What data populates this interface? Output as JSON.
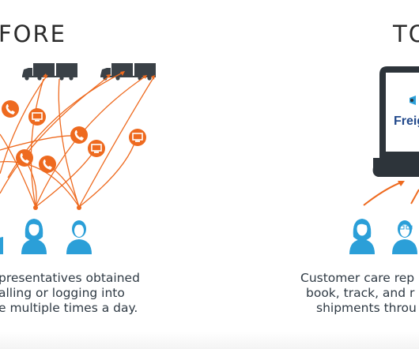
{
  "before": {
    "heading": "FORE",
    "caption": {
      "line1": "presentatives obtained",
      "line2": "alling or logging into",
      "line3": "e multiple times a day."
    }
  },
  "today": {
    "heading": "TO",
    "brand_text": "Freig",
    "caption": {
      "line1": "Customer care rep",
      "line2": "book, track, and r",
      "line3": "shipments throu"
    }
  },
  "colors": {
    "orange": "#ee6a1f",
    "blue": "#2b9fd8",
    "truck": "#3a4147",
    "laptop": "#2d343a",
    "text": "#2f3a44"
  },
  "icons": [
    "truck-icon",
    "phone-icon",
    "monitor-icon",
    "person-icon",
    "laptop-icon"
  ]
}
